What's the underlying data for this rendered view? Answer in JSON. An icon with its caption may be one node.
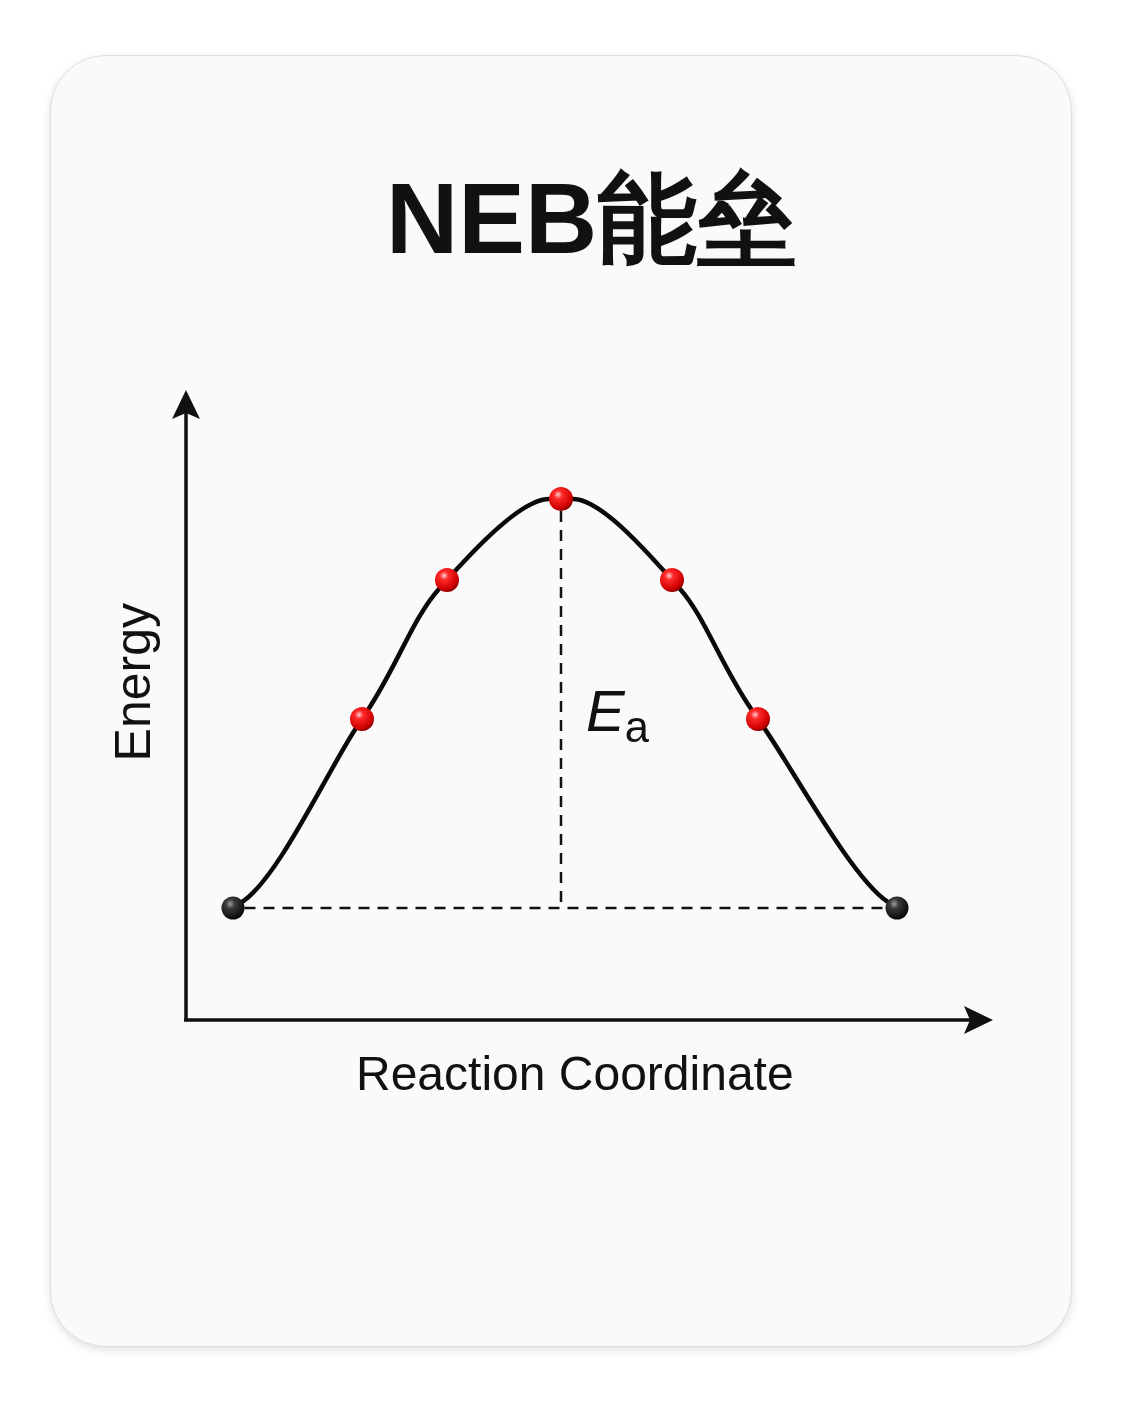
{
  "diagram": {
    "title": "NEB能垒",
    "nodes": [
      {
        "text": [],
        "shape": "circle"
      },
      {
        "text": [],
        "shape": "circle"
      },
      {
        "text": [],
        "shape": "circle"
      },
      {
        "text": [],
        "shape": "circle"
      },
      {
        "text": [],
        "shape": "circle"
      },
      {
        "text": [],
        "shape": "circle"
      },
      {
        "text": [],
        "shape": "circle"
      }
    ],
    "edges": [
      {
        "from": 0,
        "to": 1,
        "arrow": "none"
      },
      {
        "from": 1,
        "to": 2,
        "arrow": "none"
      },
      {
        "from": 2,
        "to": 3,
        "arrow": "none"
      },
      {
        "from": 3,
        "to": 4,
        "arrow": "none"
      },
      {
        "from": 4,
        "to": 5,
        "arrow": "none"
      },
      {
        "from": 5,
        "to": 6,
        "arrow": "none"
      },
      {
        "from": 0,
        "to": 6,
        "arrow": "none",
        "style": "dashed"
      },
      {
        "from": 3,
        "to": null,
        "arrow": "none",
        "style": "dashed"
      }
    ],
    "labels": [
      "Energy",
      "*E*$_{a}$",
      "Reaction Coordinate"
    ]
  }
}
